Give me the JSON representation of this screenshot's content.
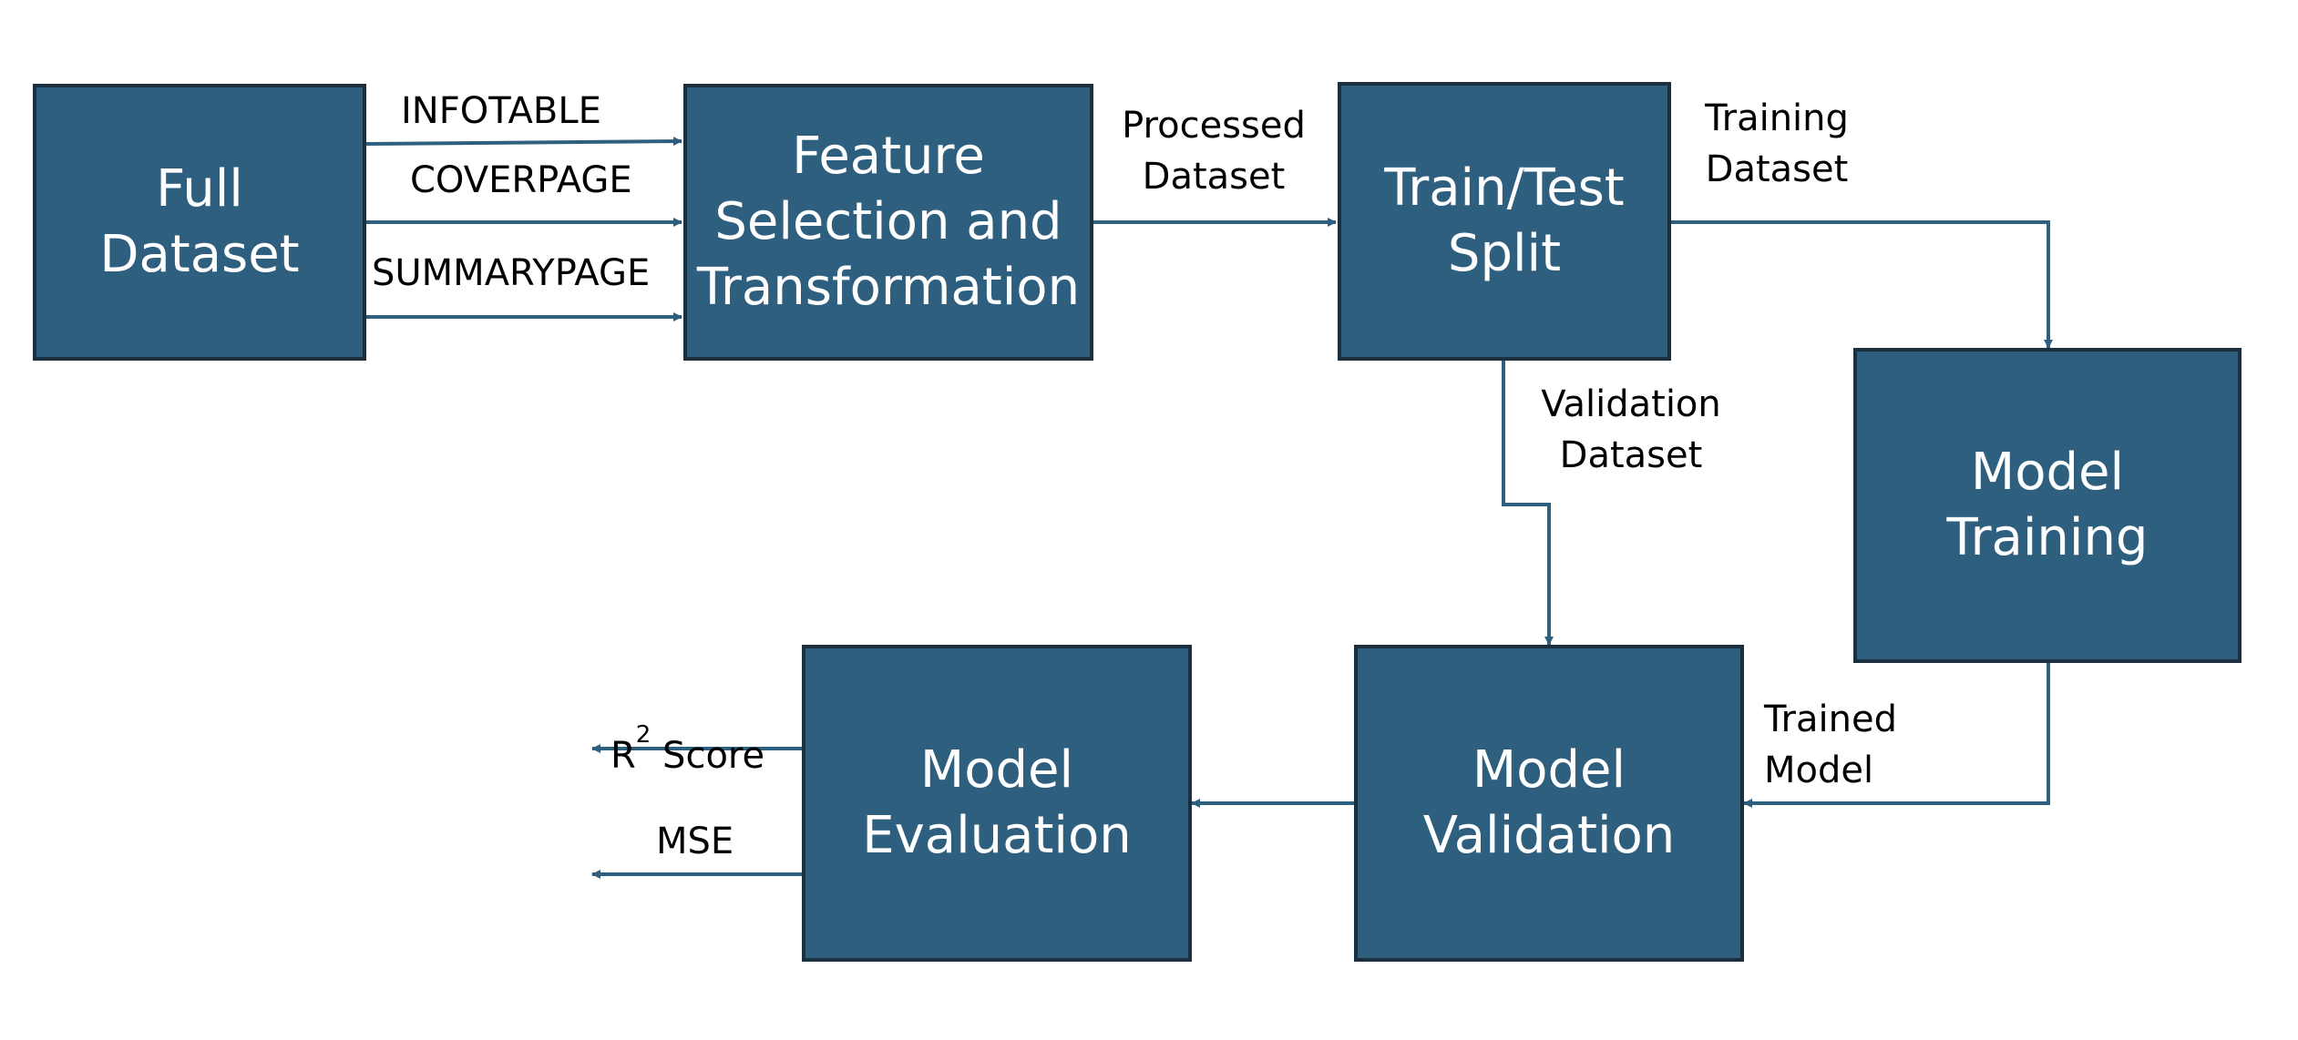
{
  "colors": {
    "box_fill": "#2e5f7f",
    "box_border": "#1b2f3f",
    "arrow": "#2e5f7f",
    "text_on_box": "#ffffff",
    "label_text": "#000000"
  },
  "boxes": {
    "full_dataset": "Full\nDataset",
    "feature_selection": "Feature\nSelection and\nTransformation",
    "train_test_split": "Train/Test\nSplit",
    "model_training": "Model\nTraining",
    "model_validation": "Model\nValidation",
    "model_evaluation": "Model\nEvaluation"
  },
  "edge_labels": {
    "infotable": "INFOTABLE",
    "coverpage": "COVERPAGE",
    "summarypage": "SUMMARYPAGE",
    "processed_dataset": "Processed\nDataset",
    "training_dataset": "Training\nDataset",
    "validation_dataset": "Validation\nDataset",
    "trained_model": "Trained\nModel",
    "r2_score_base": "R",
    "r2_score_sup": "2",
    "r2_score_rest": " Score",
    "mse": "MSE"
  }
}
